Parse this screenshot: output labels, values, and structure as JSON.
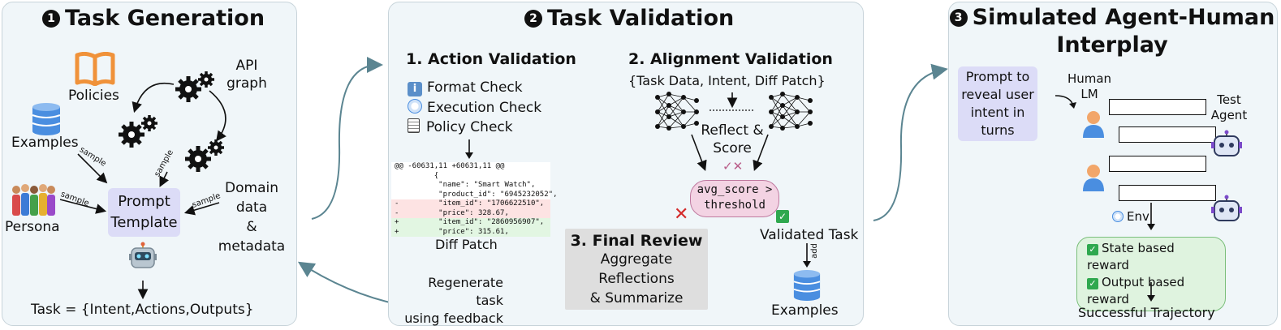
{
  "panels": [
    {
      "number": "1",
      "title": "Task Generation"
    },
    {
      "number": "2",
      "title": "Task Validation"
    },
    {
      "number": "3",
      "title": "Simulated Agent-Human",
      "title_line2": "Interplay"
    }
  ],
  "generation": {
    "policies": "Policies",
    "api_graph_1": "API",
    "api_graph_2": "graph",
    "examples": "Examples",
    "persona": "Persona",
    "domain_1": "Domain",
    "domain_2": "data",
    "domain_3": "& metadata",
    "sample": "sample",
    "prompt_template_1": "Prompt",
    "prompt_template_2": "Template",
    "task": "Task = {Intent,Actions,Outputs}"
  },
  "validation": {
    "action_title": "1. Action Validation",
    "checks": [
      "Format Check",
      "Execution Check",
      "Policy Check"
    ],
    "diff_label": "Diff Patch",
    "diff_lines": [
      {
        "type": "hdr",
        "text": "@@ -60631,11 +60631,11 @@"
      },
      {
        "type": "ctx",
        "text": "         {"
      },
      {
        "type": "ctx",
        "text": "          \"name\": \"Smart Watch\","
      },
      {
        "type": "ctx",
        "text": "          \"product_id\": \"6945232052\","
      },
      {
        "type": "del",
        "text": "-         \"item_id\": \"1706622510\","
      },
      {
        "type": "del",
        "text": "-         \"price\": 328.67,"
      },
      {
        "type": "add",
        "text": "+         \"item_id\": \"2860956907\","
      },
      {
        "type": "add",
        "text": "+         \"price\": 315.61,"
      }
    ],
    "alignment_title": "2. Alignment Validation",
    "alignment_inputs": "{Task Data, Intent, Diff Patch}",
    "reflect_1": "Reflect &",
    "reflect_2": "Score",
    "avg_1": "avg_score >",
    "avg_2": "threshold",
    "final_title": "3. Final Review",
    "final_1": "Aggregate",
    "final_2": "Reflections",
    "final_3": "& Summarize",
    "validated": "Validated Task",
    "add": "add",
    "examples": "Examples",
    "regen_1": "Regenerate task",
    "regen_2": "using feedback"
  },
  "interplay": {
    "prompt_1": "Prompt to",
    "prompt_2": "reveal user",
    "prompt_3": "intent in",
    "prompt_4": "turns",
    "human_1": "Human",
    "human_2": "LM",
    "agent_1": "Test",
    "agent_2": "Agent",
    "env": "Env",
    "reward_1": "State based reward",
    "reward_2": "Output based reward",
    "success": "Successful Trajectory"
  },
  "colors": {
    "panel_bg": "#f0f6f9",
    "prompt_template": "#dcdcf7",
    "avg_score": "#f3d3e3",
    "reward_box": "#dff3df",
    "final_review": "#dedede",
    "arrow_teal": "#5b8591",
    "policies_orange": "#f0923a",
    "database_blue": "#4a8ee0"
  }
}
